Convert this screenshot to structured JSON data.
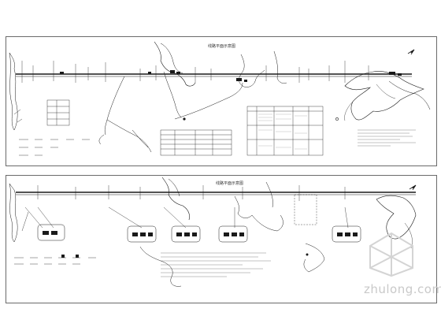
{
  "sheets": [
    {
      "title": "线路平面示意图"
    },
    {
      "title": "线路平面示意图"
    }
  ],
  "watermark": {
    "text": "zhulong.com"
  },
  "colors": {
    "line": "#1a1a1a",
    "frame": "#6a6a6a",
    "watermark": "#c9c9c9"
  }
}
